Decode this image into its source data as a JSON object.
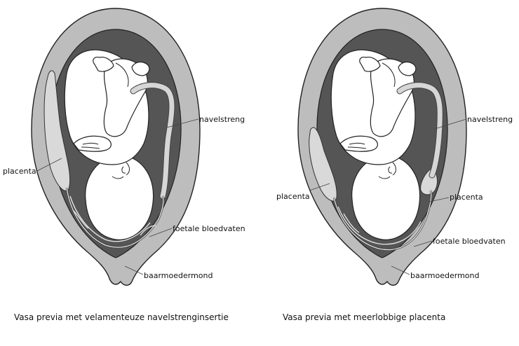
{
  "left_panel": {
    "labels": {
      "umbilical_cord": "navelstreng",
      "placenta": "placenta",
      "fetal_vessels": "foetale bloedvaten",
      "cervix": "baarmoedermond"
    },
    "caption": "Vasa previa met velamenteuze navelstrenginsertie"
  },
  "right_panel": {
    "labels": {
      "umbilical_cord": "navelstreng",
      "placenta_main": "placenta",
      "placenta_lobe": "placenta",
      "fetal_vessels": "foetale bloedvaten",
      "cervix": "baarmoedermond"
    },
    "caption": "Vasa previa met meerlobbige placenta"
  },
  "colors": {
    "uterus_wall": "#bdbdbd",
    "amniotic_cavity": "#555555",
    "placenta": "#d9d9d9",
    "outline": "#222222"
  }
}
